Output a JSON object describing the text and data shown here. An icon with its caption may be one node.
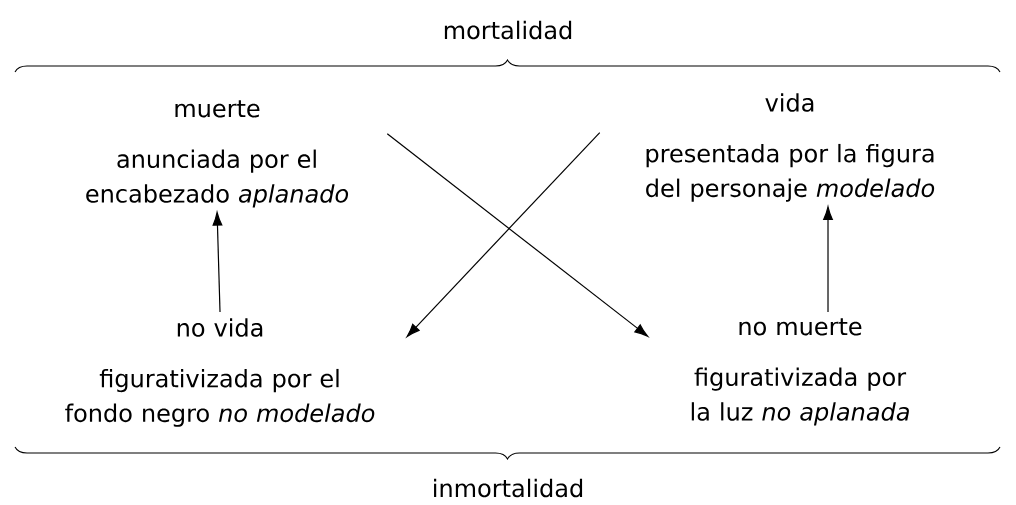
{
  "diagram": {
    "nodes": [
      {
        "text": [
          "muerte",
          "anunciada por el encabezado *aplanado*"
        ]
      },
      {
        "text": [
          "vida",
          "presentada por la figura del personaje *modelado*"
        ]
      },
      {
        "text": [
          "no vida",
          "figurativizada por el fondo negro *no modelado*"
        ]
      },
      {
        "text": [
          "no muerte",
          "figurativizada por la luz *no aplanada*"
        ]
      }
    ],
    "edges": [
      {
        "from": 2,
        "to": 0,
        "arrow": "to"
      },
      {
        "from": 3,
        "to": 1,
        "arrow": "to"
      },
      {
        "from": 0,
        "to": 3,
        "arrow": "to"
      },
      {
        "from": 1,
        "to": 2,
        "arrow": "to"
      }
    ],
    "labels": [
      "mortalidad",
      "inmortalidad"
    ]
  }
}
